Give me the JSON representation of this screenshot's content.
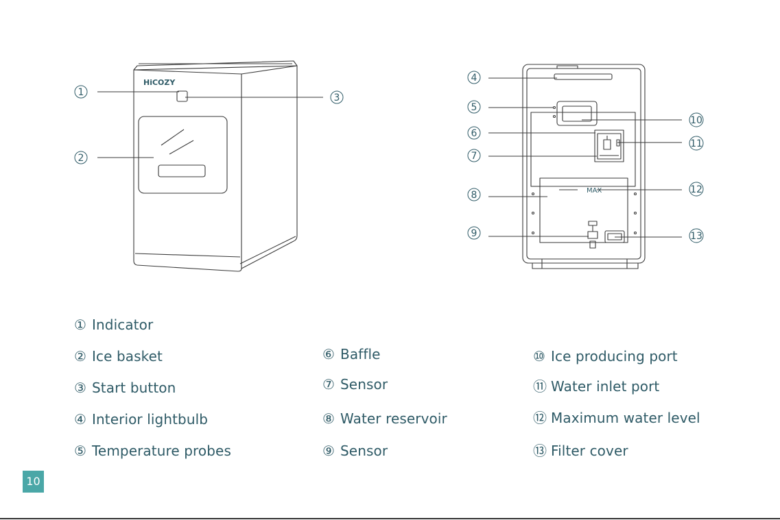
{
  "brand": "HiCOZY",
  "max_label": "MAX",
  "callouts": {
    "c1": "①",
    "c2": "②",
    "c3": "③",
    "c4": "④",
    "c5": "⑤",
    "c6": "⑥",
    "c7": "⑦",
    "c8": "⑧",
    "c9": "⑨",
    "c10": "⑩",
    "c11": "⑪",
    "c12": "⑫",
    "c13": "⑬"
  },
  "legend": {
    "col1": [
      {
        "num": "①",
        "label": "Indicator"
      },
      {
        "num": "②",
        "label": "Ice basket"
      },
      {
        "num": "③",
        "label": "Start button"
      },
      {
        "num": "④",
        "label": "Interior lightbulb"
      },
      {
        "num": "⑤",
        "label": "Temperature probes"
      }
    ],
    "col2": [
      {
        "num": "⑥",
        "label": "Baffle"
      },
      {
        "num": "⑦",
        "label": "Sensor"
      },
      {
        "num": "⑧",
        "label": "Water reservoir"
      },
      {
        "num": "⑨",
        "label": "Sensor"
      }
    ],
    "col3": [
      {
        "num": "⑩",
        "label": "Ice producing port"
      },
      {
        "num": "⑪",
        "label": "Water inlet port"
      },
      {
        "num": "⑫",
        "label": "Maximum water level"
      },
      {
        "num": "⑬",
        "label": "Filter cover"
      }
    ]
  },
  "page_number": "10",
  "colors": {
    "text": "#2e5a66",
    "line": "#3a3a3a",
    "accent": "#4aa7a7"
  }
}
